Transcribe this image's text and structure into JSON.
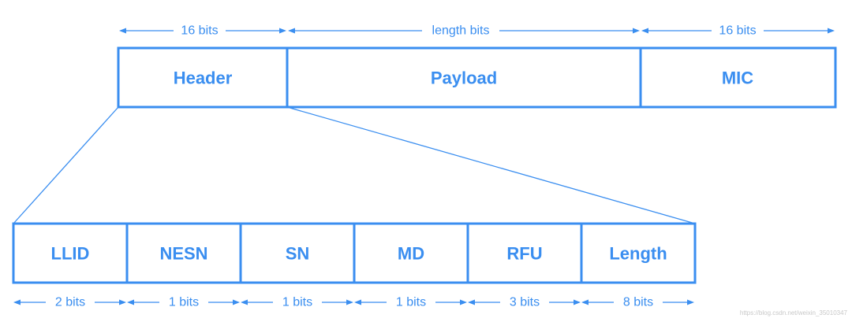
{
  "packet": {
    "fields": [
      {
        "label": "Header",
        "size": "16 bits"
      },
      {
        "label": "Payload",
        "size": "length bits"
      },
      {
        "label": "MIC",
        "size": "16 bits"
      }
    ]
  },
  "header": {
    "fields": [
      {
        "label": "LLID",
        "size": "2 bits"
      },
      {
        "label": "NESN",
        "size": "1 bits"
      },
      {
        "label": "SN",
        "size": "1 bits"
      },
      {
        "label": "MD",
        "size": "1 bits"
      },
      {
        "label": "RFU",
        "size": "3 bits"
      },
      {
        "label": "Length",
        "size": "8 bits"
      }
    ]
  },
  "watermark": "https://blog.csdn.net/weixin_35010347",
  "colors": {
    "accent": "#3a8ef0",
    "background": "#ffffff"
  }
}
